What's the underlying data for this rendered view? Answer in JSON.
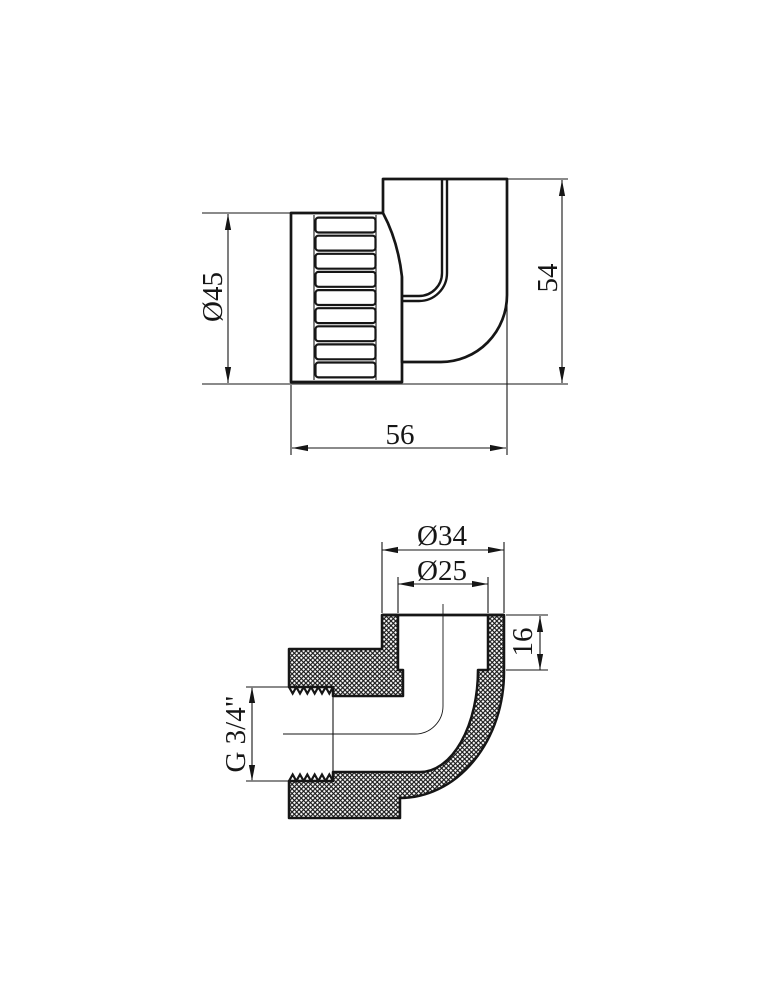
{
  "colors": {
    "background": "#ffffff",
    "line": "#161616"
  },
  "top_view": {
    "dim_diameter": "Ø45",
    "dim_height": "54",
    "dim_width": "56"
  },
  "section_view": {
    "dim_outer_diameter": "Ø34",
    "dim_inner_diameter": "Ø25",
    "dim_socket_depth": "16",
    "dim_thread": "G 3/4\""
  }
}
